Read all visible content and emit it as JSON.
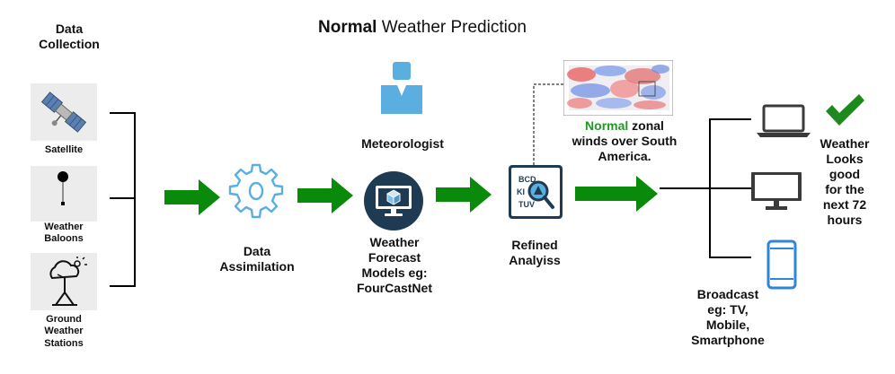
{
  "title": {
    "bold": "Normal",
    "rest": " Weather Prediction"
  },
  "data_collection": {
    "heading": "Data\nCollection",
    "sources": [
      {
        "label": "Satellite"
      },
      {
        "label": "Weather\nBaloons"
      },
      {
        "label": "Ground\nWeather\nStations"
      }
    ]
  },
  "assimilation": {
    "label": "Data\nAssimilation"
  },
  "meteorologist": {
    "label": "Meteorologist"
  },
  "model": {
    "label": "Weather\nForecast\nModels eg:\nFourCastNet"
  },
  "refined": {
    "label": "Refined\nAnalyiss"
  },
  "map_caption": {
    "highlight": "Normal",
    "rest": " zonal\nwinds over South\nAmerica."
  },
  "broadcast": {
    "label": "Broadcast\neg: TV,\nMobile,\nSmartphone"
  },
  "outcome": {
    "label": "Weather\nLooks\ngood\nfor the\nnext 72\nhours"
  },
  "colors": {
    "arrow": "#0a8a0a",
    "icon_blue": "#5aaee0",
    "dark_navy": "#1f3b53",
    "highlight_green": "#1f9a1f",
    "check": "#1e8a1e"
  }
}
